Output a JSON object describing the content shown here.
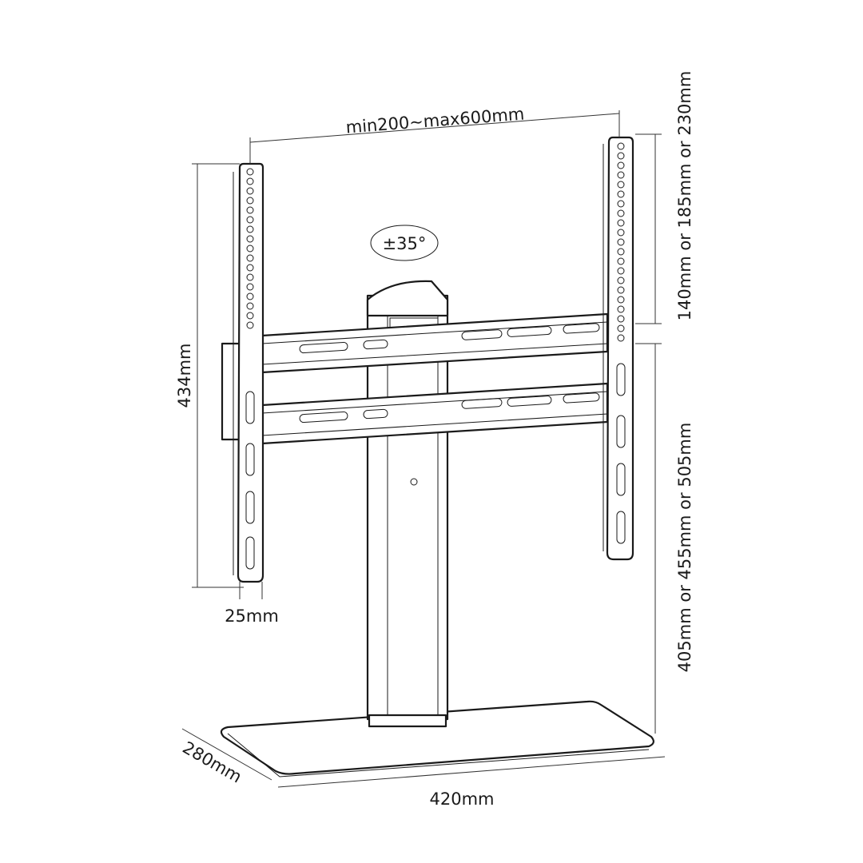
{
  "title": "TV stand dimension drawing",
  "dimensions": {
    "bracket_width": "min200~max600mm",
    "tilt": "±35°",
    "bracket_height": "434mm",
    "bracket_depth": "25mm",
    "top_heights": "140mm or 185mm or 230mm",
    "column_heights": "405mm or 455mm or 505mm",
    "base_depth": "280mm",
    "base_width": "420mm"
  },
  "colors": {
    "line": "#1a1a1a",
    "background": "#ffffff"
  }
}
